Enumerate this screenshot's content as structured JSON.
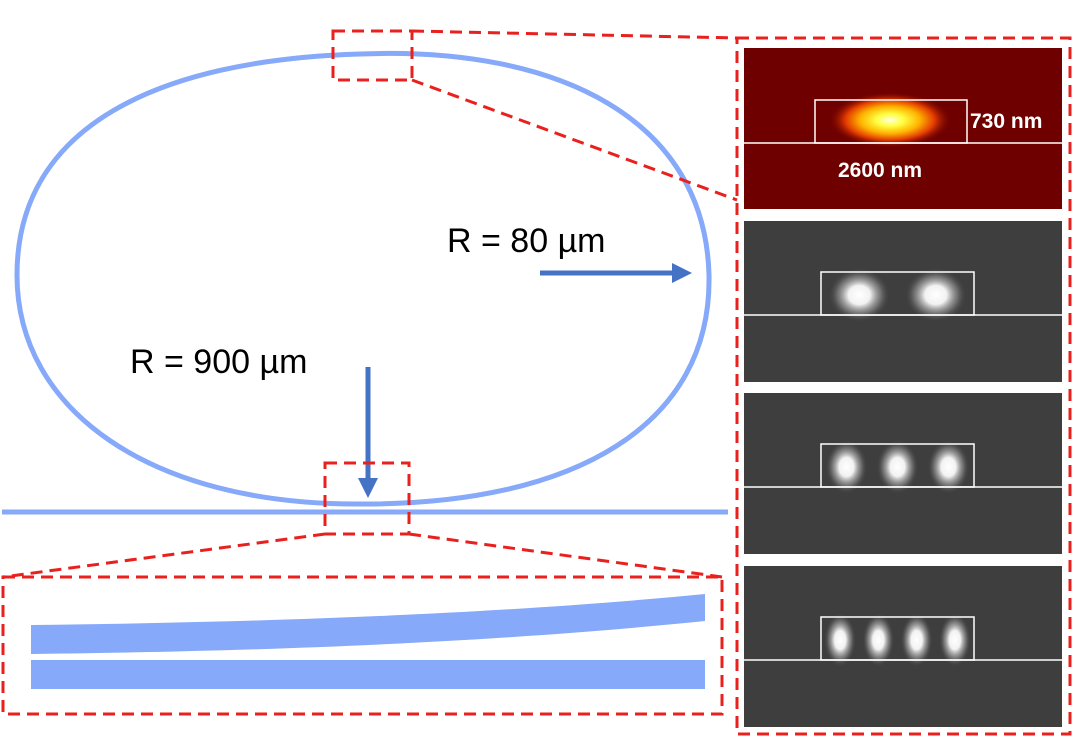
{
  "labels": {
    "radius_large": "R = 900 µm",
    "radius_small": "R = 80 µm",
    "height_dim": "730 nm",
    "width_dim": "2600 nm"
  },
  "colors": {
    "waveguide": "#86a9f9",
    "arrow": "#4472c4",
    "zoom_box": "#e8211e",
    "mode_bg_dark": "#3e3e3e",
    "fundamental_bg": "#6e0000"
  },
  "mode_panels": [
    {
      "lobes": 1
    },
    {
      "lobes": 2
    },
    {
      "lobes": 3
    },
    {
      "lobes": 4
    }
  ]
}
